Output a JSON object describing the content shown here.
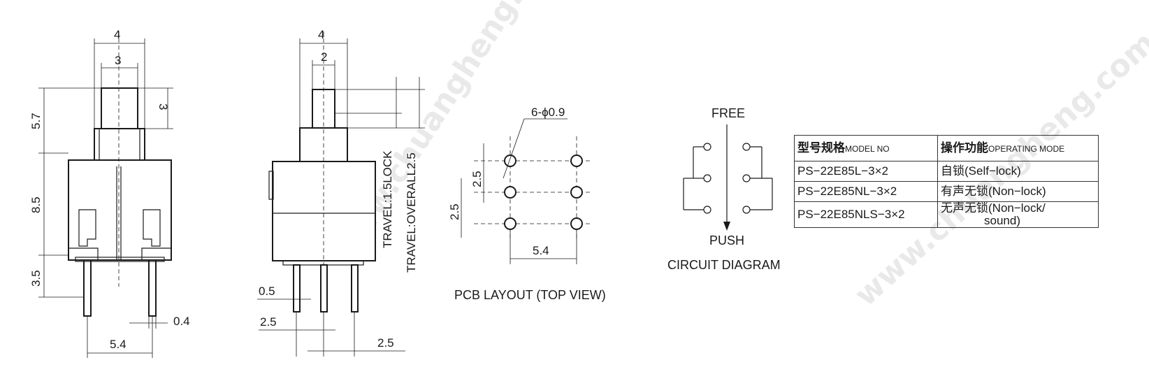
{
  "front_view": {
    "dims": {
      "top_width": "4",
      "button_width": "3",
      "button_height": "3",
      "upper_height": "5.7",
      "body_height": "8.5",
      "pin_length": "3.5",
      "pin_thickness": "0.4",
      "pin_spacing": "5.4"
    }
  },
  "side_view": {
    "dims": {
      "top_width": "4",
      "button_width": "2",
      "travel_lock": "TRAVEL:1.5LOCK",
      "travel_overall": "TRAVEL:OVERALL2.5",
      "pin_width": "0.5",
      "pin_pitch_left": "2.5",
      "pin_pitch_right": "2.5"
    }
  },
  "pcb_layout": {
    "title": "PCB LAYOUT (TOP VIEW)",
    "hole_callout": "6-ϕ0.9",
    "row_pitch_a": "2.5",
    "row_pitch_b": "2.5",
    "col_spacing": "5.4"
  },
  "circuit": {
    "top_label": "FREE",
    "bottom_label": "PUSH",
    "title": "CIRCUIT DIAGRAM"
  },
  "model_table": {
    "header_model_cn": "型号规格",
    "header_model_en": "MODEL NO",
    "header_mode_cn": "操作功能",
    "header_mode_en": "OPERATING MODE",
    "rows": [
      {
        "model": "PS−22E85L−3×2",
        "mode": "自锁(Self−lock)",
        "mode_line2": ""
      },
      {
        "model": "PS−22E85NL−3×2",
        "mode": "有声无锁(Non−lock)",
        "mode_line2": ""
      },
      {
        "model": "PS−22E85NLS−3×2",
        "mode": "无声无锁(Non−lock/",
        "mode_line2": "sound)"
      }
    ]
  },
  "watermark": {
    "text": "www.chuangheng.com"
  }
}
